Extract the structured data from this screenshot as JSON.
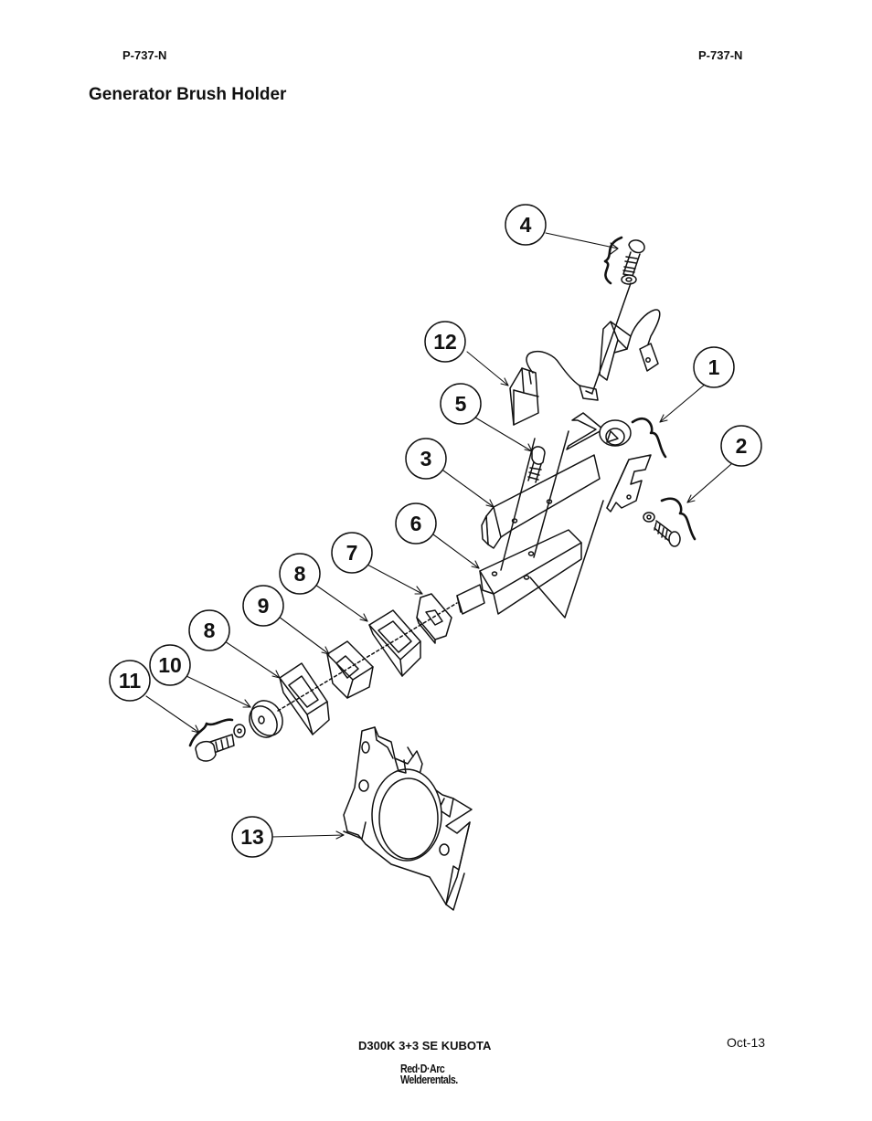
{
  "header": {
    "left_code": "P-737-N",
    "right_code": "P-737-N"
  },
  "title": "Generator Brush Holder",
  "callouts": [
    "1",
    "2",
    "3",
    "4",
    "5",
    "6",
    "7",
    "8",
    "8",
    "9",
    "10",
    "11",
    "12",
    "13"
  ],
  "footer": {
    "model": "D300K 3+3 SE KUBOTA",
    "date": "Oct-13"
  },
  "logo": {
    "line1": "Red·D·Arc",
    "line2": "Welderentals."
  }
}
